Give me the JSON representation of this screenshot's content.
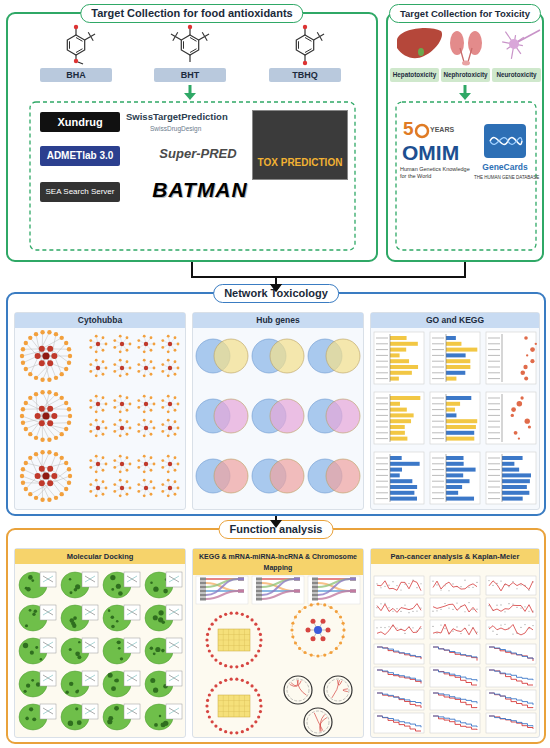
{
  "diagram": {
    "nodes": [
      {
        "text": [
          "Target Collection for food antioxidants"
        ]
      },
      {
        "text": [
          "BHA"
        ],
        "in": 0
      },
      {
        "text": [
          "BHT"
        ],
        "in": 0
      },
      {
        "text": [
          "TBHQ"
        ],
        "in": 0
      },
      {
        "text": [
          "Target Collection for Toxicity"
        ]
      },
      {
        "text": [
          "Hepatotoxicity"
        ],
        "in": 4
      },
      {
        "text": [
          "Nephrotoxicity"
        ],
        "in": 4
      },
      {
        "text": [
          "Neurotoxicity"
        ],
        "in": 4
      },
      {
        "text": [
          "Network Toxicology"
        ]
      },
      {
        "text": [
          "Cytohubba"
        ],
        "in": 8
      },
      {
        "text": [
          "Hub genes"
        ],
        "in": 8
      },
      {
        "text": [
          "GO and KEGG"
        ],
        "in": 8
      },
      {
        "text": [
          "Function analysis"
        ]
      },
      {
        "text": [
          "Molecular Docking"
        ],
        "in": 12
      },
      {
        "text": [
          "KEGG & mRNA-miRNA-lncRNA & Chromosome Mapping"
        ],
        "in": 12
      },
      {
        "text": [
          "Pan-cancer analysis & Kaplan-Meier"
        ],
        "in": 12
      }
    ],
    "edges": [
      {
        "from": 0,
        "to": 8,
        "arrow": "to"
      },
      {
        "from": 4,
        "to": 8,
        "arrow": "to"
      },
      {
        "from": 8,
        "to": 12,
        "arrow": "to"
      }
    ],
    "labels": [
      "Xundrug",
      "SwissTargetPrediction",
      "SwissDrugDesign",
      "TOX PREDICTION",
      "ADMETlab 3.0",
      "SEA Search Server",
      "Super-PRED",
      "BATMAN",
      "5",
      "YEARS",
      "OMIM",
      "Human Genetics Knowledge for the World",
      "GeneCards",
      "THE HUMAN GENE DATABASE"
    ]
  }
}
